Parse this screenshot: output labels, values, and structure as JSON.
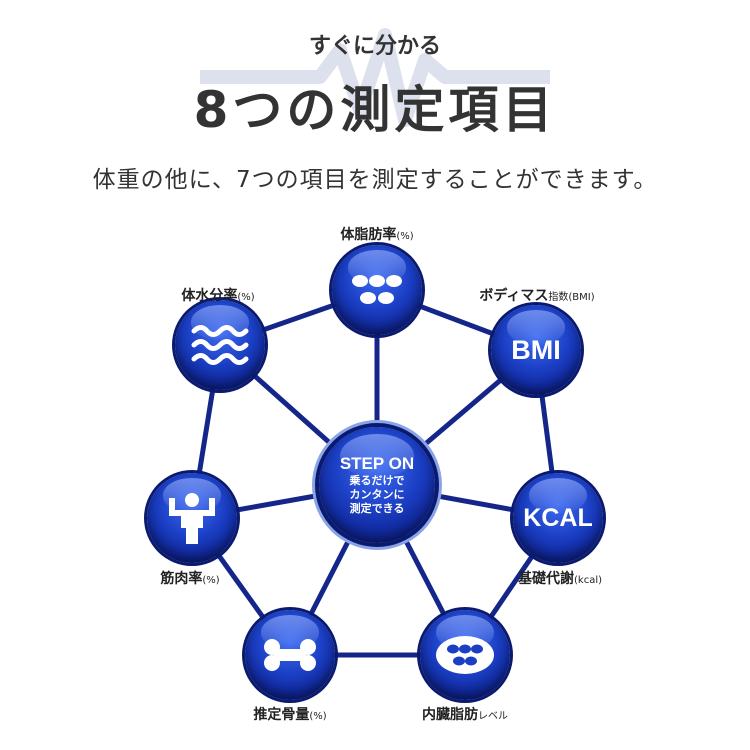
{
  "header": {
    "subtitle": "すぐに分かる",
    "title": "8つの測定項目",
    "description": "体重の他に、7つの項目を測定することができます。"
  },
  "center": {
    "title": "STEP ON",
    "line1": "乗るだけで",
    "line2": "カンタンに",
    "line3": "測定できる"
  },
  "items": [
    {
      "label": "体脂肪率",
      "unit": "(%)",
      "icon": "dots-icon"
    },
    {
      "label": "ボディマス",
      "unit": "指数(BMI)",
      "icon_text": "BMI"
    },
    {
      "label": "基礎代謝",
      "unit": "(kcal)",
      "icon_text": "KCAL"
    },
    {
      "label": "内臓脂肪",
      "unit": "レベル",
      "icon": "fat-oval-icon"
    },
    {
      "label": "推定骨量",
      "unit": "(%)",
      "icon": "bone-icon"
    },
    {
      "label": "筋肉率",
      "unit": "(%)",
      "icon": "muscle-icon"
    },
    {
      "label": "体水分率",
      "unit": "(%)",
      "icon": "water-wave-icon"
    }
  ],
  "colors": {
    "line": "#15268a",
    "wave": "#dde1ee"
  }
}
